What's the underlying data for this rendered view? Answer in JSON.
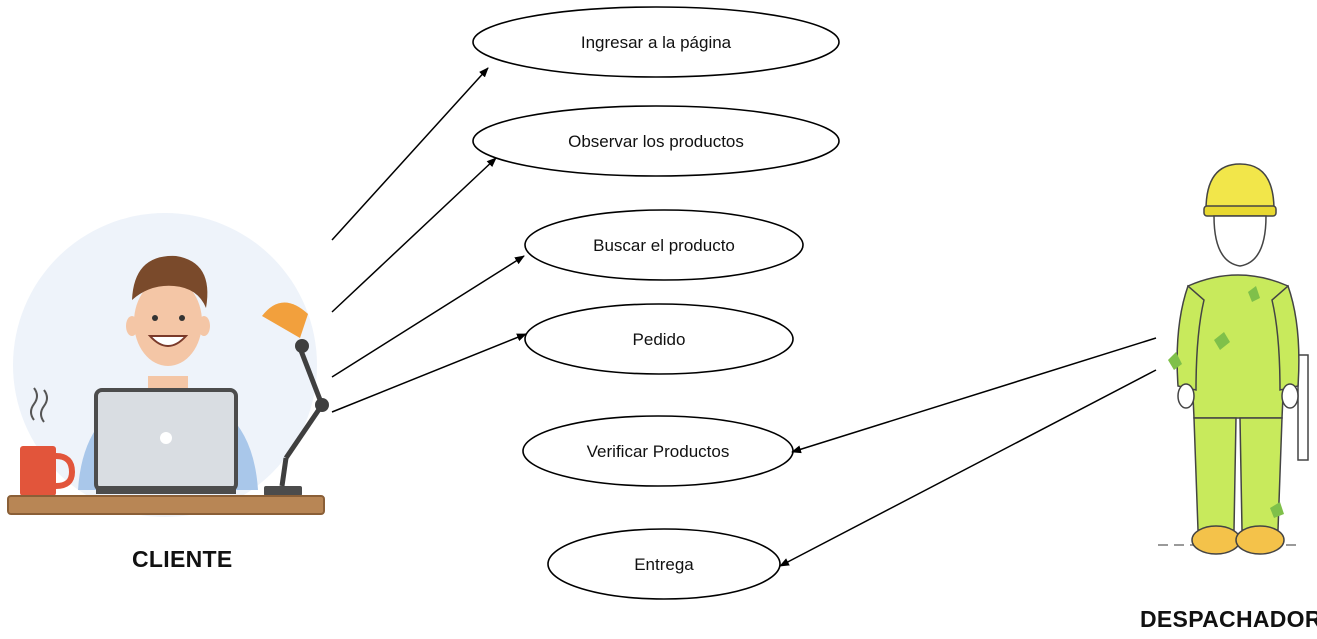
{
  "actors": {
    "cliente": {
      "label": "CLIENTE",
      "icon": "person-at-laptop-icon"
    },
    "despachador": {
      "label": "DESPACHADOR",
      "icon": "worker-in-overalls-icon"
    }
  },
  "use_cases": [
    {
      "label": "Ingresar a la página"
    },
    {
      "label": "Observar los productos"
    },
    {
      "label": "Buscar el producto"
    },
    {
      "label": "Pedido"
    },
    {
      "label": "Verificar Productos"
    },
    {
      "label": "Entrega"
    }
  ],
  "associations": [
    {
      "from": "cliente",
      "to": "Ingresar a la página"
    },
    {
      "from": "cliente",
      "to": "Observar los productos"
    },
    {
      "from": "cliente",
      "to": "Buscar el producto"
    },
    {
      "from": "cliente",
      "to": "Pedido"
    },
    {
      "from": "despachador",
      "to": "Verificar Productos"
    },
    {
      "from": "despachador",
      "to": "Entrega"
    }
  ]
}
